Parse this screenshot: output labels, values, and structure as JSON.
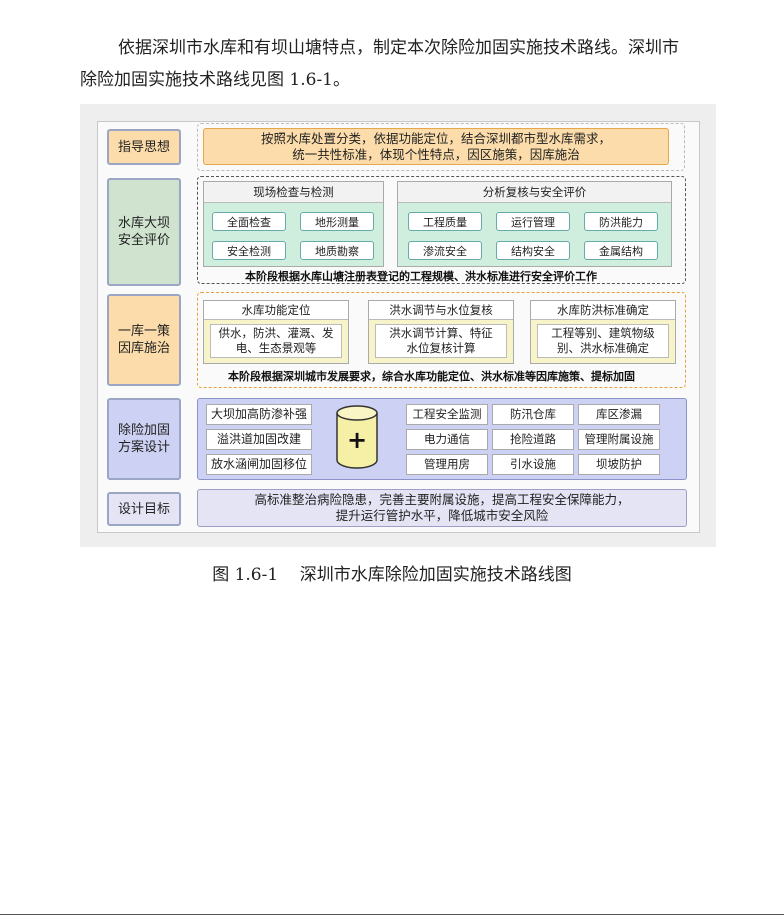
{
  "intro": {
    "line1": "依据深圳市水库和有坝山塘特点，制定本次除险加固实施技术路线。深圳市",
    "line2": "除险加固实施技术路线见图 1.6-1。"
  },
  "diagram": {
    "rows": {
      "guiding": {
        "label": "指导思想",
        "text_line1": "按照水库处置分类，依据功能定位，结合深圳都市型水库需求，",
        "text_line2": "统一共性标准，体现个性特点，因区施策，因库施治"
      },
      "safety": {
        "label_line1": "水库大坝",
        "label_line2": "安全评价",
        "group1": {
          "title": "现场检查与检测",
          "items": [
            "全面检查",
            "地形测量",
            "安全检测",
            "地质勘察"
          ]
        },
        "group2": {
          "title": "分析复核与安全评价",
          "items": [
            "工程质量",
            "运行管理",
            "防洪能力",
            "渗流安全",
            "结构安全",
            "金属结构"
          ]
        },
        "note": "本阶段根据水库山塘注册表登记的工程规模、洪水标准进行安全评价工作"
      },
      "policy": {
        "label_line1": "一库一策",
        "label_line2": "因库施治",
        "boxes": [
          {
            "title": "水库功能定位",
            "line1": "供水，防洪、灌溉、发",
            "line2": "电、生态景观等"
          },
          {
            "title": "洪水调节与水位复核",
            "line1": "洪水调节计算、特征",
            "line2": "水位复核计算"
          },
          {
            "title": "水库防洪标准确定",
            "line1": "工程等别、建筑物级",
            "line2": "别、洪水标准确定"
          }
        ],
        "note": "本阶段根据深圳城市发展要求，综合水库功能定位、洪水标准等因库施策、提标加固"
      },
      "design": {
        "label_line1": "除险加固",
        "label_line2": "方案设计",
        "left_items": [
          "大坝加高防渗补强",
          "溢洪道加固改建",
          "放水涵闸加固移位"
        ],
        "plus": "+",
        "grid_items": [
          "工程安全监测",
          "防汛仓库",
          "库区渗漏",
          "电力通信",
          "抢险道路",
          "管理附属设施",
          "管理用房",
          "引水设施",
          "坝坡防护"
        ]
      },
      "target": {
        "label": "设计目标",
        "text_line1": "高标准整治病险隐患，完善主要附属设施，提高工程安全保障能力，",
        "text_line2": "提升运行管护水平，降低城市安全风险"
      }
    }
  },
  "caption": "图 1.6-1    深圳市水库除险加固实施技术路线图",
  "colors": {
    "guiding_fill": "#fbdcaa",
    "safety_label_fill": "#cfe3cf",
    "safety_item_fill": "#c9ecd8",
    "policy_label_fill": "#fbdcaa",
    "policy_box_fill": "#f7f4c9",
    "design_fill": "#cdd1f3",
    "target_fill": "#e4e4f5"
  }
}
